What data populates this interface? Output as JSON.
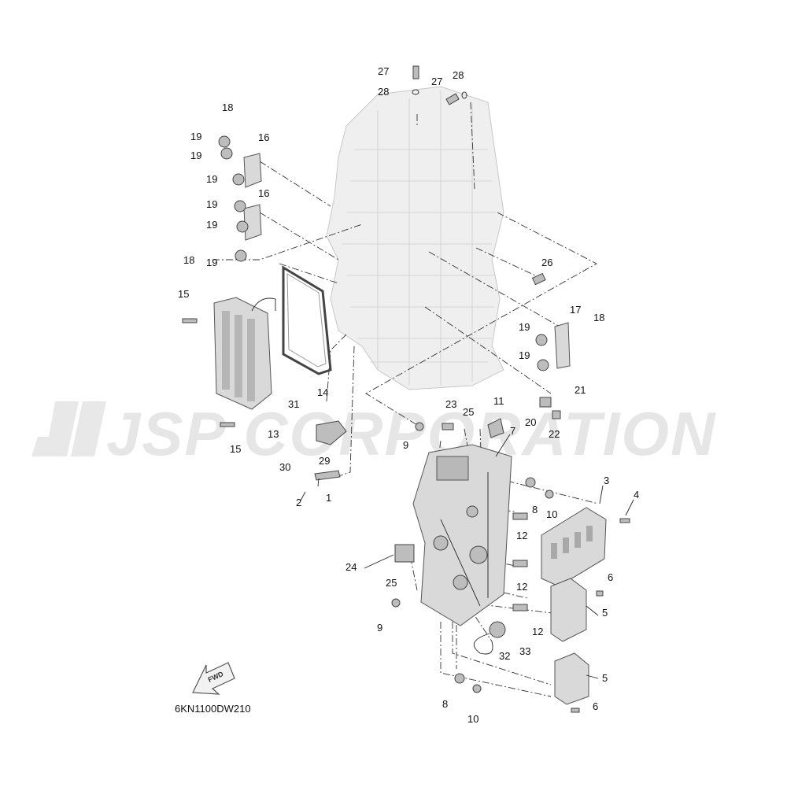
{
  "diagram": {
    "code": "6KN1100DW210",
    "watermark": "JSP CORPORATION",
    "fwd_label": "FWD",
    "callouts": {
      "c1": "1",
      "c2": "2",
      "c3": "3",
      "c4": "4",
      "c5a": "5",
      "c5b": "5",
      "c6a": "6",
      "c6b": "6",
      "c7": "7",
      "c8a": "8",
      "c8b": "8",
      "c9a": "9",
      "c9b": "9",
      "c10a": "10",
      "c10b": "10",
      "c11": "11",
      "c12a": "12",
      "c12b": "12",
      "c12c": "12",
      "c13": "13",
      "c14": "14",
      "c15a": "15",
      "c15b": "15",
      "c16a": "16",
      "c16b": "16",
      "c17": "17",
      "c18a": "18",
      "c18b": "18",
      "c18c": "18",
      "c19a": "19",
      "c19b": "19",
      "c19c": "19",
      "c19d": "19",
      "c19e": "19",
      "c19f": "19",
      "c19g": "19",
      "c19h": "19",
      "c20": "20",
      "c21": "21",
      "c22": "22",
      "c23": "23",
      "c24": "24",
      "c25a": "25",
      "c25b": "25",
      "c26": "26",
      "c27a": "27",
      "c27b": "27",
      "c28a": "28",
      "c28b": "28",
      "c29": "29",
      "c30": "30",
      "c31": "31",
      "c32": "32",
      "c33": "33"
    }
  }
}
